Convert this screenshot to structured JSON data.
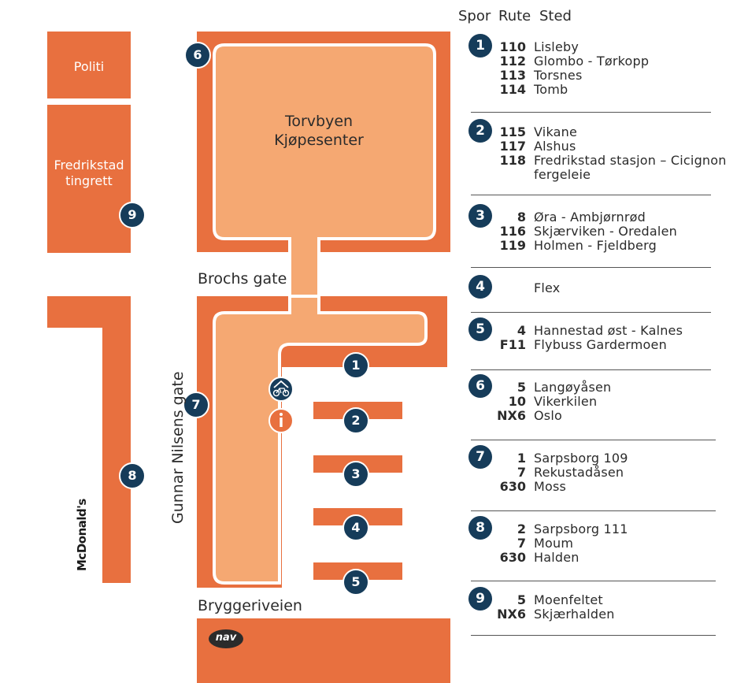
{
  "colors": {
    "block": "#e8703f",
    "mall": "#f5a872",
    "badge": "#163c5a",
    "info": "#e8703f"
  },
  "map": {
    "blocks": {
      "politi": "Politi",
      "tingrett": "Fredrikstad\ntingrett",
      "mall": "Torvbyen\nKjøpesenter"
    },
    "streets": {
      "brochs": "Brochs gate",
      "gunnar": "Gunnar Nilsens gate",
      "brygg": "Bryggeriveien"
    },
    "logos": {
      "mcdonalds": "McDonald's",
      "nav": "nav"
    },
    "stop_badges": [
      "1",
      "2",
      "3",
      "4",
      "5",
      "6",
      "7",
      "8",
      "9"
    ],
    "icons": [
      "bike-parking-icon",
      "info-icon"
    ]
  },
  "table": {
    "headers": {
      "spor": "Spor",
      "rute": "Rute",
      "sted": "Sted"
    },
    "rows": [
      {
        "spor": "1",
        "routes": [
          {
            "rute": "110",
            "sted": "Lisleby"
          },
          {
            "rute": "112",
            "sted": "Glombo - Tørkopp"
          },
          {
            "rute": "113",
            "sted": "Torsnes"
          },
          {
            "rute": "114",
            "sted": "Tomb"
          }
        ]
      },
      {
        "spor": "2",
        "routes": [
          {
            "rute": "115",
            "sted": "Vikane"
          },
          {
            "rute": "117",
            "sted": "Alshus"
          },
          {
            "rute": "118",
            "sted": "Fredrikstad stasjon – Cicignon"
          },
          {
            "rute": "",
            "sted": "fergeleie"
          }
        ]
      },
      {
        "spor": "3",
        "routes": [
          {
            "rute": "8",
            "sted": "Øra - Ambjørnrød"
          },
          {
            "rute": "116",
            "sted": "Skjærviken - Oredalen"
          },
          {
            "rute": "119",
            "sted": "Holmen - Fjeldberg"
          }
        ]
      },
      {
        "spor": "4",
        "routes": [
          {
            "rute": "",
            "sted": "Flex"
          }
        ]
      },
      {
        "spor": "5",
        "routes": [
          {
            "rute": "4",
            "sted": "Hannestad øst - Kalnes"
          },
          {
            "rute": "F11",
            "sted": "Flybuss Gardermoen"
          }
        ]
      },
      {
        "spor": "6",
        "routes": [
          {
            "rute": "5",
            "sted": "Langøyåsen"
          },
          {
            "rute": "10",
            "sted": "Vikerkilen"
          },
          {
            "rute": "NX6",
            "sted": "Oslo"
          }
        ]
      },
      {
        "spor": "7",
        "routes": [
          {
            "rute": "1",
            "sted": "Sarpsborg 109"
          },
          {
            "rute": "7",
            "sted": "Rekustadåsen"
          },
          {
            "rute": "630",
            "sted": "Moss"
          }
        ]
      },
      {
        "spor": "8",
        "routes": [
          {
            "rute": "2",
            "sted": "Sarpsborg 111"
          },
          {
            "rute": "7",
            "sted": "Moum"
          },
          {
            "rute": "630",
            "sted": "Halden"
          }
        ]
      },
      {
        "spor": "9",
        "routes": [
          {
            "rute": "5",
            "sted": "Moenfeltet"
          },
          {
            "rute": "NX6",
            "sted": "Skjærhalden"
          }
        ]
      }
    ]
  }
}
